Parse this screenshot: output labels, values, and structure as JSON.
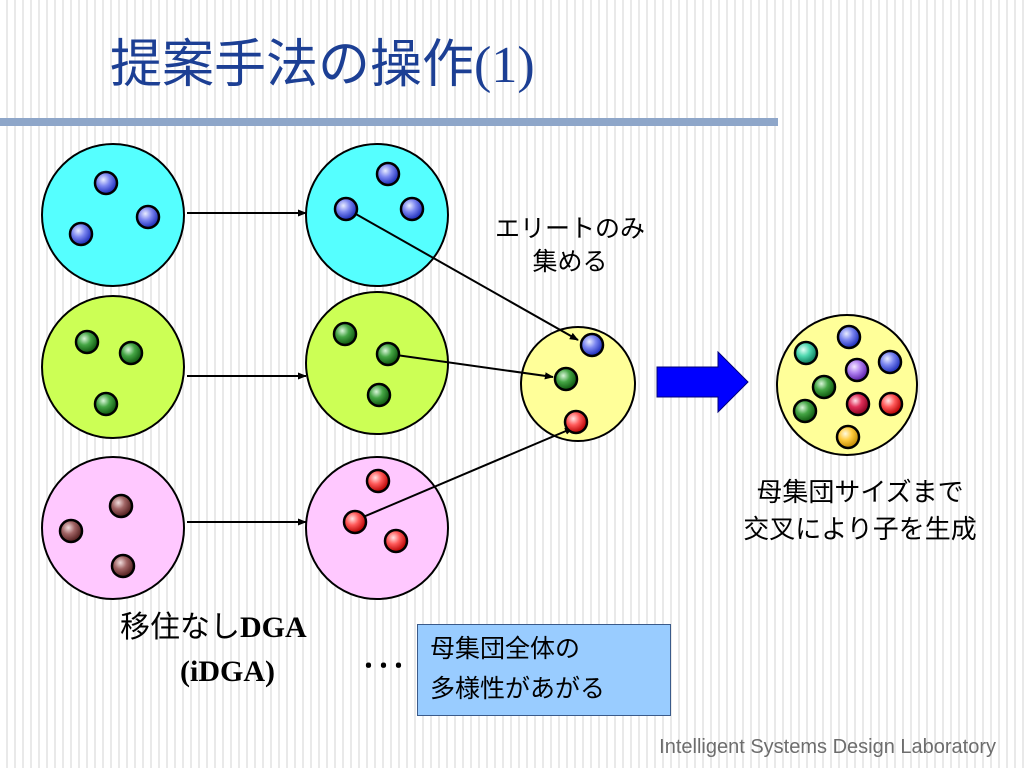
{
  "slide": {
    "title_text": "提案手法の操作",
    "title_number": "(1)",
    "footer": "Intelligent Systems Design Laboratory"
  },
  "labels": {
    "elite_line1": "エリートのみ",
    "elite_line2": "集める",
    "generate_line1": "母集団サイズまで",
    "generate_line2": "交叉により子を生成",
    "idga_line1_jp": "移住なし",
    "idga_line1_en": "DGA",
    "idga_line2": "(iDGA)",
    "ellipsis": "･･･"
  },
  "note": {
    "line1": "母集団全体の",
    "line2": "多様性があがる"
  },
  "colors": {
    "title": "#1c3f94",
    "population_blue": "#55ffff",
    "population_green": "#ccff55",
    "population_pink": "#ffc8ff",
    "elite_population": "#ffff99",
    "big_arrow": "#0000ff",
    "note_box": "#99ccff"
  }
}
